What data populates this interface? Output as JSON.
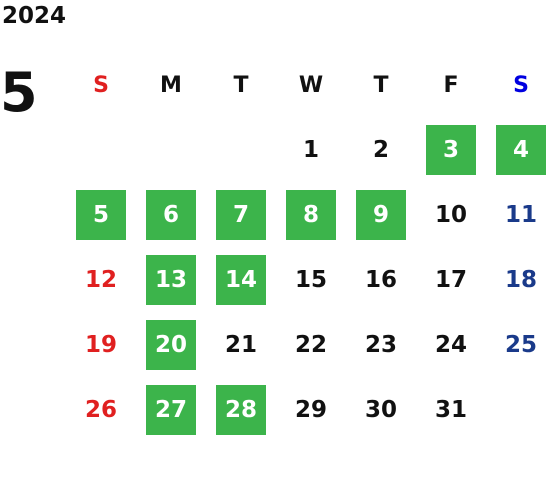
{
  "calendar": {
    "year": "2024",
    "month": "5",
    "weekdays": [
      "S",
      "M",
      "T",
      "W",
      "T",
      "F",
      "S"
    ],
    "first_weekday_index": 3,
    "days_in_month": 31,
    "highlighted_days": [
      3,
      4,
      5,
      6,
      7,
      8,
      9,
      13,
      14,
      20,
      27,
      28
    ],
    "colors": {
      "highlight": "#3cb44b",
      "sunday": "#e02020",
      "saturday_header": "#0000e0",
      "saturday": "#1a3a8a",
      "weekday": "#111111",
      "on_highlight": "#ffffff"
    }
  }
}
